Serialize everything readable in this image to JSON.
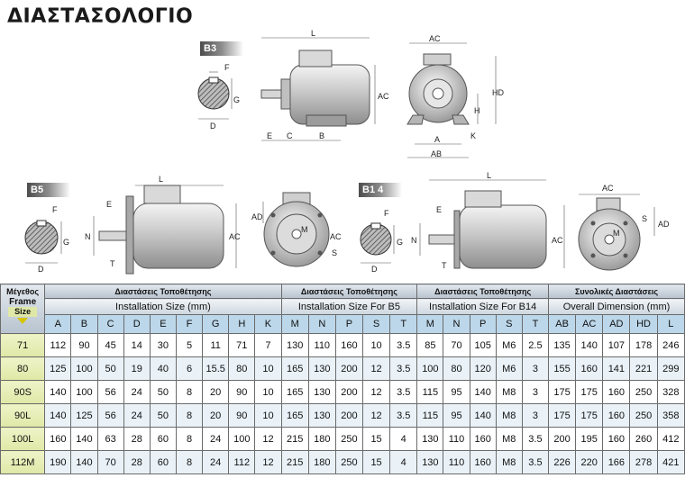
{
  "title": "ΔΙΑΣΤΑΣΟΛΟΓΙΟ",
  "tags": {
    "b3": "B3",
    "b5": "B5",
    "b14": "B1 4"
  },
  "drawing_labels": {
    "F": "F",
    "G": "G",
    "D": "D",
    "L": "L",
    "E": "E",
    "C": "C",
    "B": "B",
    "AC": "AC",
    "HD": "HD",
    "H": "H",
    "A": "A",
    "AB": "AB",
    "K": "K",
    "N": "N",
    "T": "T",
    "AD": "AD",
    "M": "M",
    "S": "S"
  },
  "table": {
    "frame_header_gr": "Μέγεθος",
    "frame_header_en1": "Frame",
    "frame_header_en2": "Size",
    "groups": [
      {
        "gr": "Διαστάσεις Τοποθέτησης",
        "en": "Installation Size (mm)"
      },
      {
        "gr": "Διαστάσεις Τοποθέτησης",
        "en": "Installation Size For B5"
      },
      {
        "gr": "Διαστάσεις Τοποθέτησης",
        "en": "Installation Size For B14"
      },
      {
        "gr": "Συνολικές Διαστάσεις",
        "en": "Overall Dimension (mm)"
      }
    ],
    "columns": [
      "A",
      "B",
      "C",
      "D",
      "E",
      "F",
      "G",
      "H",
      "K",
      "M",
      "N",
      "P",
      "S",
      "T",
      "M",
      "N",
      "P",
      "S",
      "T",
      "AB",
      "AC",
      "AD",
      "HD",
      "L"
    ],
    "rows": [
      {
        "frame": "71",
        "values": [
          "112",
          "90",
          "45",
          "14",
          "30",
          "5",
          "11",
          "71",
          "7",
          "130",
          "110",
          "160",
          "10",
          "3.5",
          "85",
          "70",
          "105",
          "M6",
          "2.5",
          "135",
          "140",
          "107",
          "178",
          "246"
        ]
      },
      {
        "frame": "80",
        "values": [
          "125",
          "100",
          "50",
          "19",
          "40",
          "6",
          "15.5",
          "80",
          "10",
          "165",
          "130",
          "200",
          "12",
          "3.5",
          "100",
          "80",
          "120",
          "M6",
          "3",
          "155",
          "160",
          "141",
          "221",
          "299"
        ]
      },
      {
        "frame": "90S",
        "values": [
          "140",
          "100",
          "56",
          "24",
          "50",
          "8",
          "20",
          "90",
          "10",
          "165",
          "130",
          "200",
          "12",
          "3.5",
          "115",
          "95",
          "140",
          "M8",
          "3",
          "175",
          "175",
          "160",
          "250",
          "328"
        ]
      },
      {
        "frame": "90L",
        "values": [
          "140",
          "125",
          "56",
          "24",
          "50",
          "8",
          "20",
          "90",
          "10",
          "165",
          "130",
          "200",
          "12",
          "3.5",
          "115",
          "95",
          "140",
          "M8",
          "3",
          "175",
          "175",
          "160",
          "250",
          "358"
        ]
      },
      {
        "frame": "100L",
        "values": [
          "160",
          "140",
          "63",
          "28",
          "60",
          "8",
          "24",
          "100",
          "12",
          "215",
          "180",
          "250",
          "15",
          "4",
          "130",
          "110",
          "160",
          "M8",
          "3.5",
          "200",
          "195",
          "160",
          "260",
          "412"
        ]
      },
      {
        "frame": "112M",
        "values": [
          "190",
          "140",
          "70",
          "28",
          "60",
          "8",
          "24",
          "112",
          "12",
          "215",
          "180",
          "250",
          "15",
          "4",
          "130",
          "110",
          "160",
          "M8",
          "3.5",
          "226",
          "220",
          "166",
          "278",
          "421"
        ]
      }
    ]
  }
}
